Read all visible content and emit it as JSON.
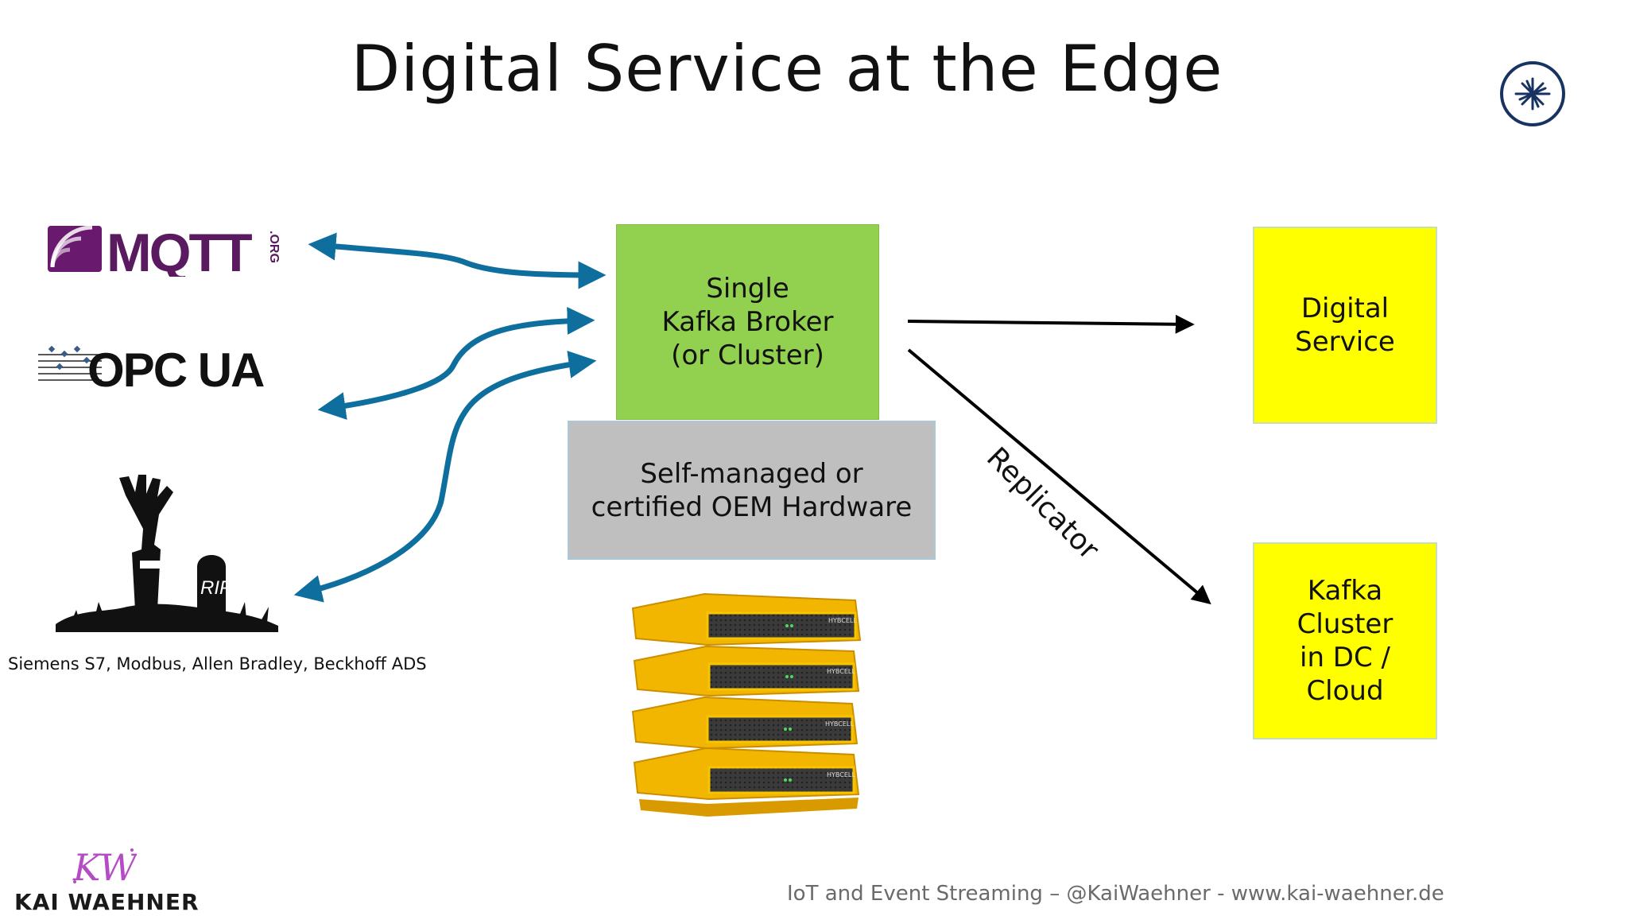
{
  "slide": {
    "title": "Digital Service at the Edge",
    "broker_lines": [
      "Single",
      "Kafka Broker",
      "(or Cluster)"
    ],
    "hardware_lines": [
      "Self-managed or",
      "certified OEM Hardware"
    ],
    "digital_service_lines": [
      "Digital",
      "Service"
    ],
    "kafka_cluster_lines": [
      "Kafka",
      "Cluster",
      "in DC /",
      "Cloud"
    ],
    "replicator_label": "Replicator",
    "protocols_caption": "Siemens S7, Modbus, Allen Bradley, Beckhoff ADS",
    "footer": "IoT and Event Streaming – @KaiWaehner - www.kai-waehner.de",
    "author_brand": "KAI WAEHNER",
    "author_monogram": "KW",
    "mqtt_logo_text": "MQTT",
    "mqtt_logo_suffix": ".ORG",
    "opc_logo_text": "OPC UA",
    "rip_text": "RIP",
    "server_brand": "HYBCELL"
  },
  "colors": {
    "broker_green": "#92d050",
    "hardware_gray": "#bfbfbf",
    "target_yellow": "#ffff00",
    "arrow_blue": "#0e6f9e",
    "confluent_navy": "#173361",
    "mqtt_purple": "#660066",
    "kw_pink": "#b44dc4"
  },
  "icons": [
    "mqtt-logo",
    "opc-ua-logo",
    "zombie-hand-grave-icon",
    "server-stack-icon",
    "confluent-icon",
    "kw-logo"
  ]
}
